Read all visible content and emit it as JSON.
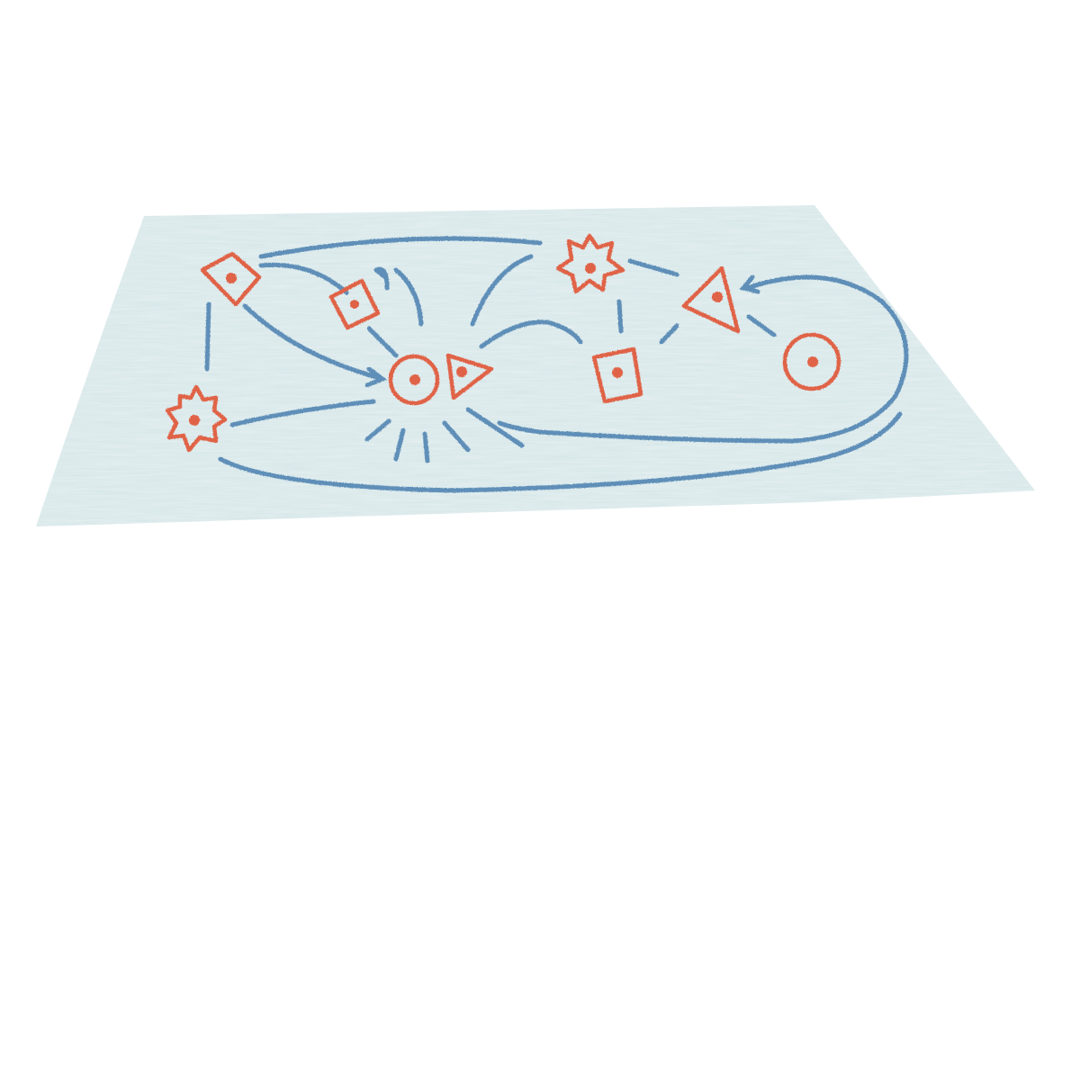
{
  "colors": {
    "background": "#ffffff",
    "paper": "#d5e6e8",
    "paper_shade": "#c6dcdf",
    "node": "#e06347",
    "edge": "#5e8fb8"
  },
  "diagram": {
    "type": "hand-drawn node-link diagram on a sheet of paper",
    "text": "",
    "nodes": [
      {
        "id": "n1",
        "shape": "square-with-dot"
      },
      {
        "id": "n2",
        "shape": "square-with-dot"
      },
      {
        "id": "n3",
        "shape": "star-with-dot"
      },
      {
        "id": "n4",
        "shape": "star-with-dot"
      },
      {
        "id": "n5",
        "shape": "circle-with-dot"
      },
      {
        "id": "n6",
        "shape": "triangle-with-dot"
      },
      {
        "id": "n7",
        "shape": "star-with-dot"
      },
      {
        "id": "n8",
        "shape": "square-with-dot"
      },
      {
        "id": "n9",
        "shape": "triangle-with-dot"
      },
      {
        "id": "n10",
        "shape": "circle-with-dot"
      }
    ]
  }
}
